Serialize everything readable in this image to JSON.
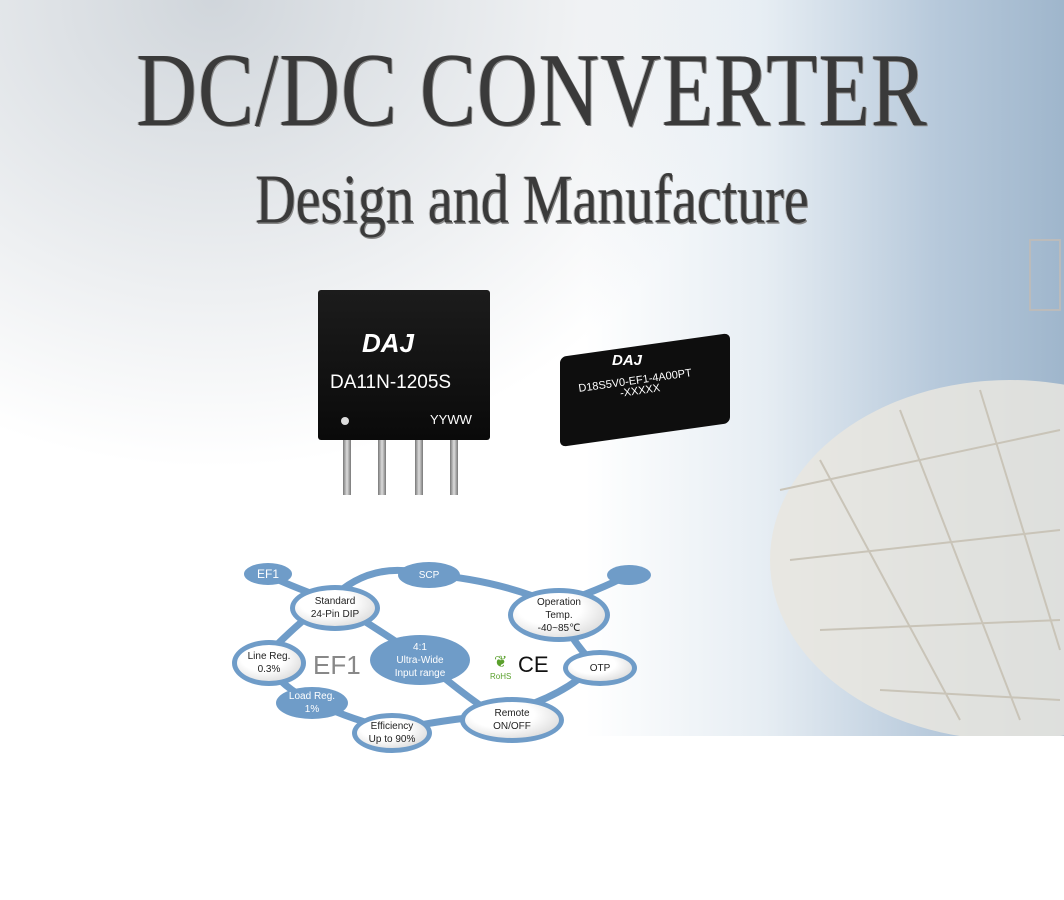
{
  "header": {
    "title": "DC/DC CONVERTER",
    "subtitle": "Design and Manufacture"
  },
  "product_sip": {
    "brand": "DAJ",
    "model": "DA11N-1205S",
    "date_code": "YYWW"
  },
  "product_dip": {
    "brand": "DAJ",
    "model": "D18S5V0-EF1-4A00PT",
    "suffix": "-XXXXX"
  },
  "features": {
    "series_tag": "EF1",
    "series_center": "EF1",
    "scp": "SCP",
    "package": [
      "Standard",
      "24-Pin DIP"
    ],
    "temp": [
      "Operation",
      "Temp.",
      "-40~85℃"
    ],
    "line_reg": [
      "Line Reg.",
      "0.3%"
    ],
    "input": [
      "4:1",
      "Ultra-Wide",
      "Input range"
    ],
    "otp": "OTP",
    "load_reg": [
      "Load Reg.",
      "1%"
    ],
    "efficiency": [
      "Efficiency",
      "Up to 90%"
    ],
    "remote": [
      "Remote",
      "ON/OFF"
    ],
    "rohs": "RoHS",
    "ce": "CE"
  },
  "colors": {
    "bubble": "#6f9cc8",
    "rohs": "#5aa02c"
  }
}
